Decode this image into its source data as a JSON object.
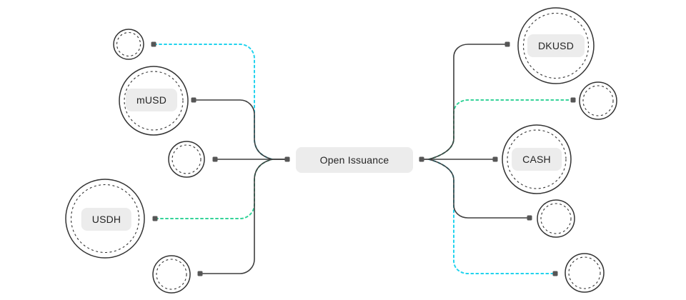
{
  "diagram": {
    "center": {
      "label": "Open Issuance"
    },
    "left_nodes": [
      {
        "label": "",
        "size": "small",
        "edge_style": "cyan-dashed"
      },
      {
        "label": "mUSD",
        "size": "large",
        "edge_style": "solid"
      },
      {
        "label": "",
        "size": "small",
        "edge_style": "solid"
      },
      {
        "label": "USDH",
        "size": "large",
        "edge_style": "green-dashed"
      },
      {
        "label": "",
        "size": "small",
        "edge_style": "solid"
      }
    ],
    "right_nodes": [
      {
        "label": "DKUSD",
        "size": "large",
        "edge_style": "solid"
      },
      {
        "label": "",
        "size": "small",
        "edge_style": "green-dashed"
      },
      {
        "label": "CASH",
        "size": "large",
        "edge_style": "solid"
      },
      {
        "label": "",
        "size": "small",
        "edge_style": "solid"
      },
      {
        "label": "",
        "size": "small",
        "edge_style": "cyan-dashed"
      }
    ],
    "colors": {
      "background": "#ffffff",
      "edge_dark": "#3f3f3f",
      "edge_cyan": "#22d3ee",
      "edge_green": "#34d399",
      "node_stroke": "#333333",
      "chip_bg": "#ececec",
      "dot": "#565656",
      "text": "#252525"
    }
  }
}
